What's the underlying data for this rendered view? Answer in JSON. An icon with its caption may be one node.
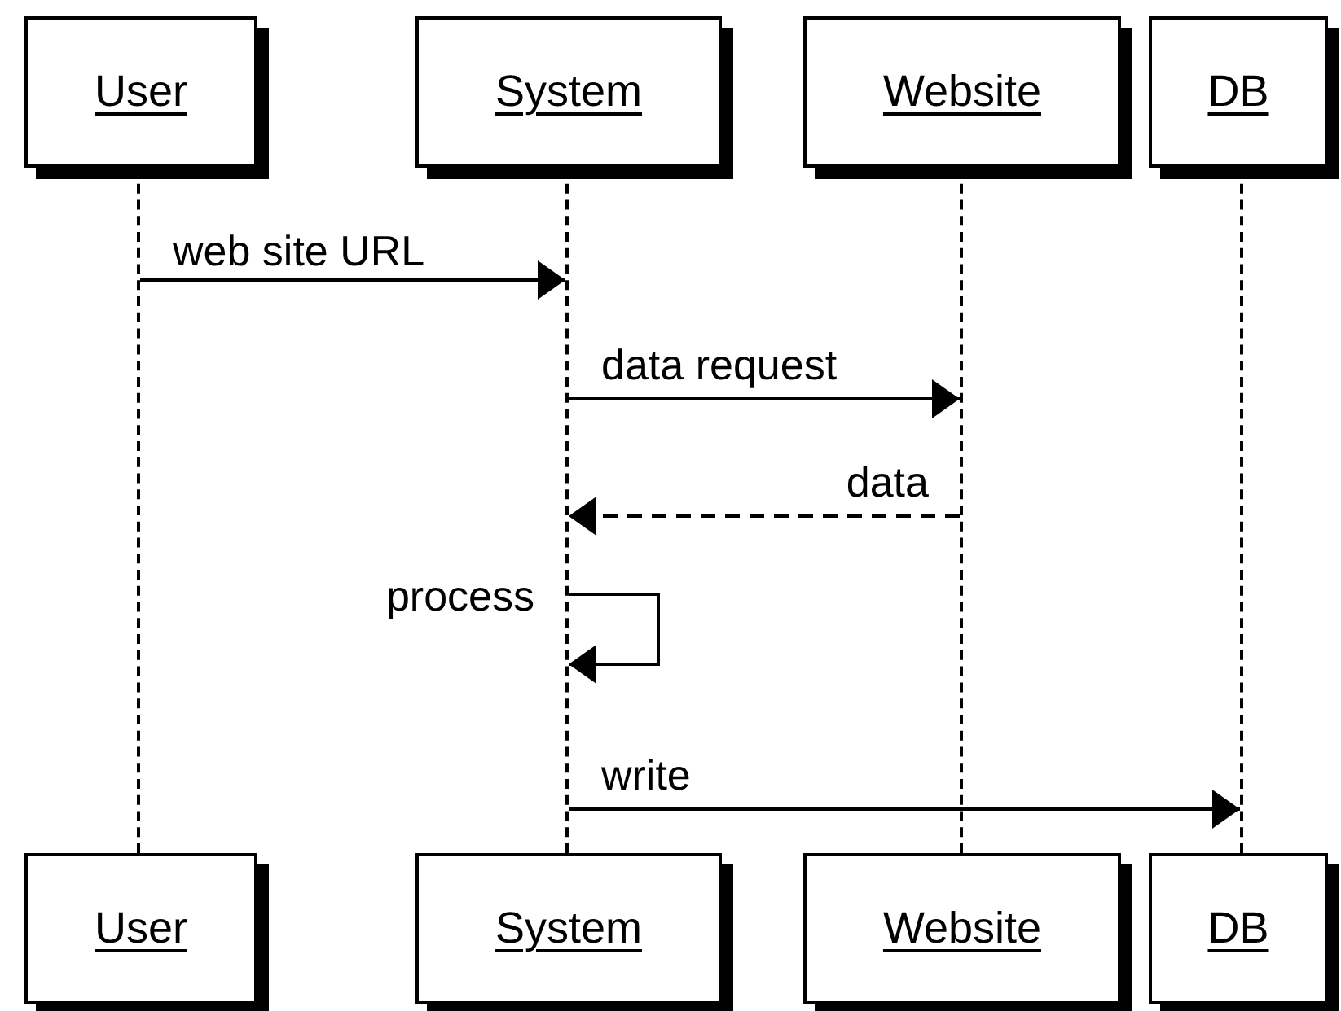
{
  "diagram": {
    "nodes": [
      {
        "text": [
          "User"
        ]
      },
      {
        "text": [
          "System"
        ]
      },
      {
        "text": [
          "Website"
        ]
      },
      {
        "text": [
          "DB"
        ]
      },
      {
        "text": [
          "User"
        ]
      },
      {
        "text": [
          "System"
        ]
      },
      {
        "text": [
          "Website"
        ]
      },
      {
        "text": [
          "DB"
        ]
      },
      {
        "text": [],
        "shape": "lifeline"
      },
      {
        "text": [],
        "shape": "lifeline"
      },
      {
        "text": [],
        "shape": "lifeline"
      },
      {
        "text": [],
        "shape": "lifeline"
      }
    ],
    "edges": [
      {
        "from": 8,
        "to": 9,
        "label": "web site URL",
        "arrow": "to"
      },
      {
        "from": 9,
        "to": 10,
        "label": "data request",
        "arrow": "to"
      },
      {
        "from": 10,
        "to": 9,
        "label": "data",
        "arrow": "to",
        "style": "dashed"
      },
      {
        "from": 9,
        "to": 9,
        "label": "process",
        "arrow": "to"
      },
      {
        "from": 9,
        "to": 11,
        "label": "write",
        "arrow": "to"
      }
    ]
  }
}
